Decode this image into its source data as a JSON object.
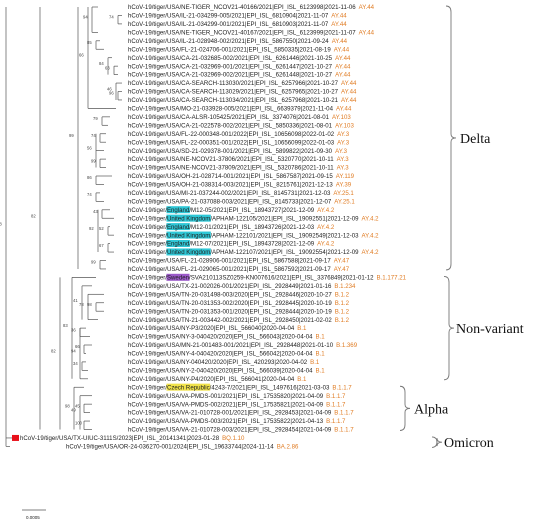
{
  "colors": {
    "lineage": "#e07b22",
    "highlight_cyan": "#2ec7d6",
    "highlight_purple": "#9b59c9",
    "highlight_yellow": "#f0e24a",
    "omicron_marker": "#e8101a",
    "branch": "#555555",
    "text": "#222222"
  },
  "leaves": [
    {
      "pre": "hCoV-19/tiger/USA/NE-TIGER_NCOV21-40166/2021|EPI_ISL_6123998|2021-11-06",
      "lin": "AY.44"
    },
    {
      "pre": "hCoV-19/tiger/USA/IL-21-034299-005/2021|EPI_ISL_6810904|2021-11-07",
      "lin": "AY.44"
    },
    {
      "pre": "hCoV-19/tiger/USA/IL-21-034299-001/2021|EPI_ISL_6810903|2021-11-07",
      "lin": "AY.44"
    },
    {
      "pre": "hCoV-19/tiger/USA/NE-TIGER_NCOV21-40167/2021|EPI_ISL_6123999|2021-11-07",
      "lin": "AY.44"
    },
    {
      "pre": "hCoV-19/tiger/USA/IL-21-028948-002/2021|EPI_ISL_5867550|2021-09-24",
      "lin": "AY.44"
    },
    {
      "pre": "hCoV-19/tiger/USA/FL-21-024706-001/2021|EPI_ISL_5850335|2021-08-19",
      "lin": "AY.44"
    },
    {
      "pre": "hCoV-19/tiger/USA/CA-21-032685-002/2021|EPI_ISL_6261446|2021-10-25",
      "lin": "AY.44"
    },
    {
      "pre": "hCoV-19/tiger/USA/CA-21-032969-001/2021|EPI_ISL_6261447|2021-10-27",
      "lin": "AY.44"
    },
    {
      "pre": "hCoV-19/tiger/USA/CA-21-032969-002/2021|EPI_ISL_6261448|2021-10-27",
      "lin": "AY.44"
    },
    {
      "pre": "hCoV-19/tiger/USA/CA-SEARCH-113030/2021|EPI_ISL_6257966|2021-10-27",
      "lin": "AY.44"
    },
    {
      "pre": "hCoV-19/tiger/USA/CA-SEARCH-113029/2021|EPI_ISL_6257965|2021-10-27",
      "lin": "AY.44"
    },
    {
      "pre": "hCoV-19/tiger/USA/CA-SEARCH-113034/2021|EPI_ISL_6257968|2021-10-21",
      "lin": "AY.44"
    },
    {
      "pre": "hCoV-19/tiger/USA/MO-21-033928-005/2021|EPI_ISL_6639379|2021-11-04",
      "lin": "AY.44"
    },
    {
      "pre": "hCoV-19/tiger/USA/CA-ALSR-105425/2021|EPI_ISL_3374076|2021-08-01",
      "lin": "AY.103"
    },
    {
      "pre": "hCoV-19/tiger/USA/CA-21-022578-002/2021|EPI_ISL_5850336|2021-08-01",
      "lin": "AY.103"
    },
    {
      "pre": "hCoV-19/tiger/USA/FL-22-000348-001/2022|EPI_ISL_10656098|2022-01-02",
      "lin": "AY.3"
    },
    {
      "pre": "hCoV-19/tiger/USA/FL-22-000351-001/2022|EPI_ISL_10656099|2022-01-03",
      "lin": "AY.3"
    },
    {
      "pre": "hCoV-19/tiger/USA/SD-21-029378-001/2021|EPI_ISL_5899822|2021-09-30",
      "lin": "AY.3"
    },
    {
      "pre": "hCoV-19/tiger/USA/NE-NCOV21-37806/2021|EPI_ISL_5320770|2021-10-11",
      "lin": "AY.3"
    },
    {
      "pre": "hCoV-19/tiger/USA/NE-NCOV21-37809/2021|EPI_ISL_5320786|2021-10-11",
      "lin": "AY.3"
    },
    {
      "pre": "hCoV-19/tiger/USA/OH-21-028714-001/2021|EPI_ISL_5867587|2021-09-15",
      "lin": "AY.119"
    },
    {
      "pre": "hCoV-19/tiger/USA/OH-21-038314-003/2021|EPI_ISL_8215761|2021-12-13",
      "lin": "AY.39"
    },
    {
      "pre": "hCoV-19/tiger/USA/MI-21-037244-002/2021|EPI_ISL_8145731|2021-12-03",
      "lin": "AY.25.1"
    },
    {
      "pre": "hCoV-19/tiger/USA/PA-21-037088-003/2021|EPI_ISL_8145733|2021-12-07",
      "lin": "AY.25.1"
    },
    {
      "pre": "hCoV-19/tiger/",
      "hl": "England",
      "hlc": "cyan",
      "post": "/M12-05/2021|EPI_ISL_18943727|2021-12-09",
      "lin": "AY.4.2"
    },
    {
      "pre": "hCoV-19/tiger/",
      "hl": "United Kingdom",
      "hlc": "cyan",
      "post": "/APHAM-122105/2021|EPI_ISL_19092551|2021-12-09",
      "lin": "AY.4.2"
    },
    {
      "pre": "hCoV-19/tiger/",
      "hl": "England",
      "hlc": "cyan",
      "post": "/M12-01/2021|EPI_ISL_18943726|2021-12-03",
      "lin": "AY.4.2"
    },
    {
      "pre": "hCoV-19/tiger/",
      "hl": "United Kingdom",
      "hlc": "cyan",
      "post": "/APHAM-122101/2021|EPI_ISL_19092549|2021-12-03",
      "lin": "AY.4.2"
    },
    {
      "pre": "hCoV-19/tiger/",
      "hl": "England",
      "hlc": "cyan",
      "post": "/M12-07/2021|EPI_ISL_18943728|2021-12-09",
      "lin": "AY.4.2"
    },
    {
      "pre": "hCoV-19/tiger/",
      "hl": "United Kingdom",
      "hlc": "cyan",
      "post": "/APHAM-122107/2021|EPI_ISL_19092554|2021-12-09",
      "lin": "AY.4.2"
    },
    {
      "pre": "hCoV-19/tiger/USA/FL-21-028906-001/2021|EPI_ISL_5867588|2021-09-17",
      "lin": "AY.47"
    },
    {
      "pre": "hCoV-19/tiger/USA/FL-21-029065-001/2021|EPI_ISL_5867592|2021-09-17",
      "lin": "AY.47"
    },
    {
      "pre": "hCoV-19/tiger/",
      "hl": "Sweden",
      "hlc": "purple",
      "post": "/SVA210113SZ0259-KN007616/2021|EPI_ISL_3376849|2021-01-12",
      "lin": "B.1.177.21"
    },
    {
      "pre": "hCoV-19/tiger/USA/TX-21-002026-001/2021|EPI_ISL_2928449|2021-01-16",
      "lin": "B.1.234"
    },
    {
      "pre": "hCoV-19/tiger/USA/TN-20-031498-003/2020|EPI_ISL_2928446|2020-10-27",
      "lin": "B.1.2"
    },
    {
      "pre": "hCoV-19/tiger/USA/TN-20-031353-002/2020|EPI_ISL_2928445|2020-10-19",
      "lin": "B.1.2"
    },
    {
      "pre": "hCoV-19/tiger/USA/TN-20-031353-001/2020|EPI_ISL_2928444|2020-10-19",
      "lin": "B.1.2"
    },
    {
      "pre": "hCoV-19/tiger/USA/TN-21-003442-002/2021|EPI_ISL_2928450|2021-02-02",
      "lin": "B.1.2"
    },
    {
      "pre": "hCoV-19/tiger/USA/NY-P3/2020|EPI_ISL_566040|2020-04-04",
      "lin": "B.1"
    },
    {
      "pre": "hCoV-19/tiger/USA/NY-3-040420/2020|EPI_ISL_566043|2020-04-04",
      "lin": "B.1"
    },
    {
      "pre": "hCoV-19/tiger/USA/MN-21-001483-001/2021|EPI_ISL_2928448|2021-01-10",
      "lin": "B.1.369"
    },
    {
      "pre": "hCoV-19/tiger/USA/NY-4-040420/2020|EPI_ISL_566042|2020-04-04",
      "lin": "B.1"
    },
    {
      "pre": "hCoV-19/tiger/USA/NY-040420/2020|EPI_ISL_420293|2020-04-02",
      "lin": "B.1"
    },
    {
      "pre": "hCoV-19/tiger/USA/NY-2-040420/2020|EPI_ISL_566039|2020-04-04",
      "lin": "B.1"
    },
    {
      "pre": "hCoV-19/tiger/USA/NY-P4/2020|EPI_ISL_566041|2020-04-04",
      "lin": "B.1"
    },
    {
      "pre": "hCoV-19/tiger/",
      "hl": "Czech Republic",
      "hlc": "yellow",
      "post": "/4243-7/2021|EPI_ISL_1497616|2021-03-03",
      "lin": "B.1.1.7"
    },
    {
      "pre": "hCoV-19/tiger/USA/VA-PMDS-001/2021|EPI_ISL_17535820|2021-04-09",
      "lin": "B.1.1.7"
    },
    {
      "pre": "hCoV-19/tiger/USA/VA-PMDS-002/2021|EPI_ISL_17535821|2021-04-09",
      "lin": "B.1.1.7"
    },
    {
      "pre": "hCoV-19/tiger/USA/VA-21-010728-001/2021|EPI_ISL_2928453|2021-04-09",
      "lin": "B.1.1.7"
    },
    {
      "pre": "hCoV-19/tiger/USA/VA-PMDS-003/2021|EPI_ISL_17535822|2021-04-13",
      "lin": "B.1.1.7"
    },
    {
      "pre": "hCoV-19/tiger/USA/VA-21-010728-003/2021|EPI_ISL_2928454|2021-04-09",
      "lin": "B.1.1.7"
    },
    {
      "pre": "hCoV-19/tiger/USA/TX-UIUC-3111S/2023|EPI_ISL_20141341|2023-01-28",
      "lin": "BQ.1.10"
    },
    {
      "pre": "hCoV-19/tiger/USA/OR-24-036270-001/2024|EPI_ISL_19633744|2024-11-14",
      "lin": "BA.2.86"
    }
  ],
  "clades": [
    {
      "name": "Delta"
    },
    {
      "name": "Non-variant"
    },
    {
      "name": "Alpha"
    },
    {
      "name": "Omicron"
    }
  ],
  "bootstrap_values": [
    "94",
    "74",
    "85",
    "84",
    "63",
    "46",
    "96",
    "66",
    "79",
    "74",
    "56",
    "99",
    "86",
    "74",
    "43",
    "52",
    "67",
    "92",
    "99",
    "99",
    "78",
    "98",
    "41",
    "36",
    "66",
    "94",
    "34",
    "83",
    "49",
    "45",
    "100",
    "98",
    "82",
    "82",
    "98",
    "72",
    "94",
    "59",
    "94",
    "84",
    "35",
    "98",
    "64",
    "99",
    "37",
    "100",
    "98",
    "78",
    "66",
    "81",
    "100"
  ],
  "scale_bar": {
    "label": "0.0005"
  }
}
